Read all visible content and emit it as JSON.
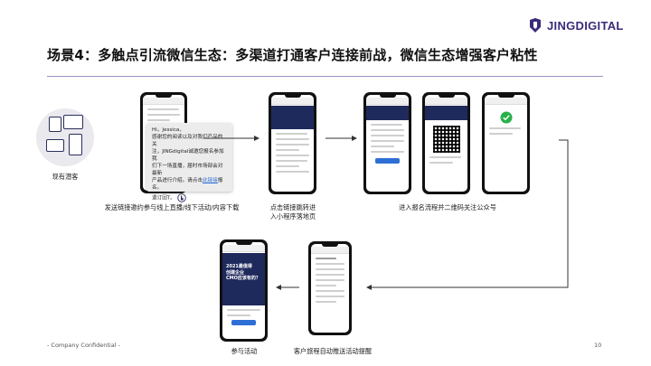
{
  "header": {
    "logo_text": "JINGDIGITAL",
    "title": "场景4：多触点引流微信生态：多渠道打通客户连接前战，微信生态增强客户粘性"
  },
  "flow": {
    "existing_leads": "现有潜客",
    "step1_caption": "发送链接邀约参与线上直播/线下活动/内容下载",
    "step2_caption_line1": "点击链接跳转进",
    "step2_caption_line2": "入小程序落地页",
    "step3_caption": "进入报名流程并二维码关注公众号",
    "step4_caption": "客户旅程自动推送活动提醒",
    "step5_caption": "参与活动"
  },
  "sms_callout": {
    "line1": "Hi，Jessica，",
    "line2": "感谢您的阅读以及对我们产品的关",
    "line3": "注，JINGdigital诚邀您报名参加我",
    "line4": "们下一场直播，届时市场部会对最新",
    "line5": "产品进行介绍。",
    "link_prefix": "请点击",
    "link_text": "此链接",
    "link_suffix": "报名。",
    "signoff": "退订回T。"
  },
  "poster": {
    "headline_line1": "2021最值得",
    "headline_line2": "创建企业",
    "headline_line3": "CMO应该有的？"
  },
  "footer": {
    "confidential": "- Company Confidential -",
    "page_number": "10"
  },
  "colors": {
    "brand_purple": "#3b2a7a",
    "navy": "#1f2a5c",
    "link_blue": "#2e6fd6",
    "arrow": "#333333",
    "check_green": "#27b14a"
  }
}
